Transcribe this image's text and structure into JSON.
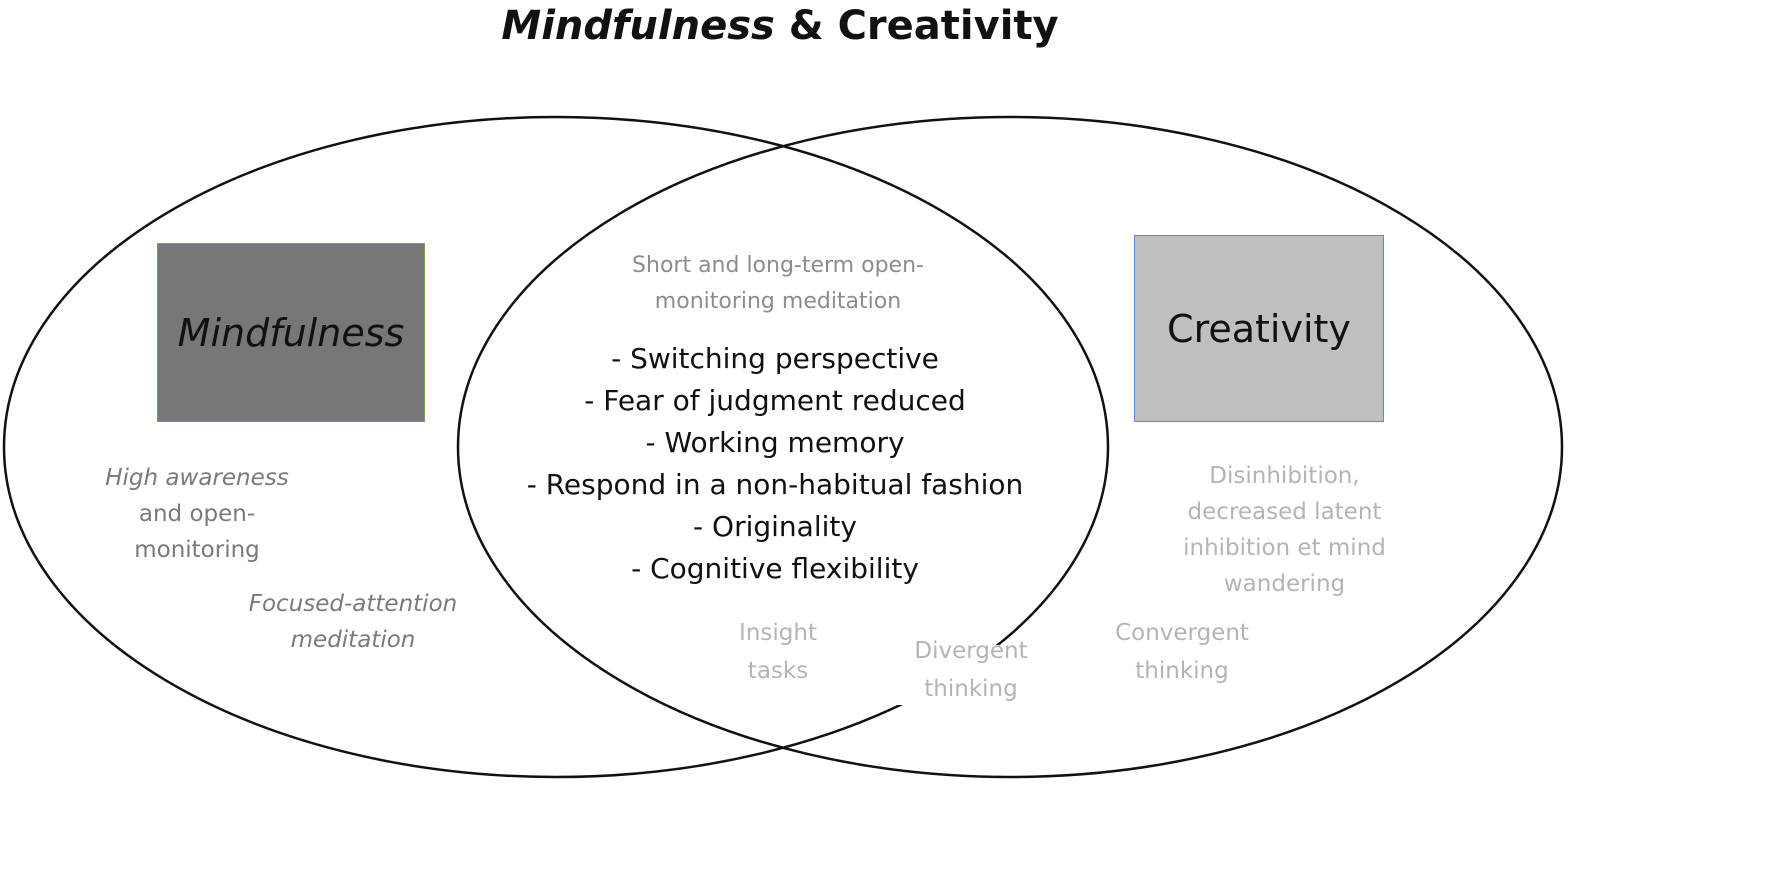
{
  "title": {
    "emphasis": "Mindfulness",
    "rest": " & Creativity"
  },
  "boxes": {
    "mindfulness": "Mindfulness",
    "creativity": "Creativity"
  },
  "overlap": {
    "intro_lines": [
      "Short and long-term open-",
      "monitoring meditation"
    ],
    "mechanisms": [
      "- Switching perspective",
      "- Fear of judgment reduced",
      "- Working memory",
      "- Respond in a non-habitual fashion",
      "- Originality",
      "- Cognitive flexibility"
    ]
  },
  "mindfulness_side": {
    "awareness_italic": "High awareness",
    "awareness_lines": [
      "and open-",
      "monitoring"
    ],
    "focused_lines": [
      "Focused-attention",
      "meditation"
    ]
  },
  "creativity_side": {
    "disinhibition_lines": [
      "Disinhibition,",
      "decreased latent",
      "inhibition et mind",
      "wandering"
    ]
  },
  "task_labels": {
    "insight": [
      "Insight",
      "tasks"
    ],
    "divergent": [
      "Divergent",
      "thinking"
    ],
    "convergent": [
      "Convergent",
      "thinking"
    ]
  },
  "colors": {
    "mindfulness_box": "#777777",
    "mindfulness_box_border": "#7aa04a",
    "creativity_box": "#bfbfbf",
    "creativity_box_border": "#5b8ad0",
    "ellipse_stroke": "#111111"
  }
}
